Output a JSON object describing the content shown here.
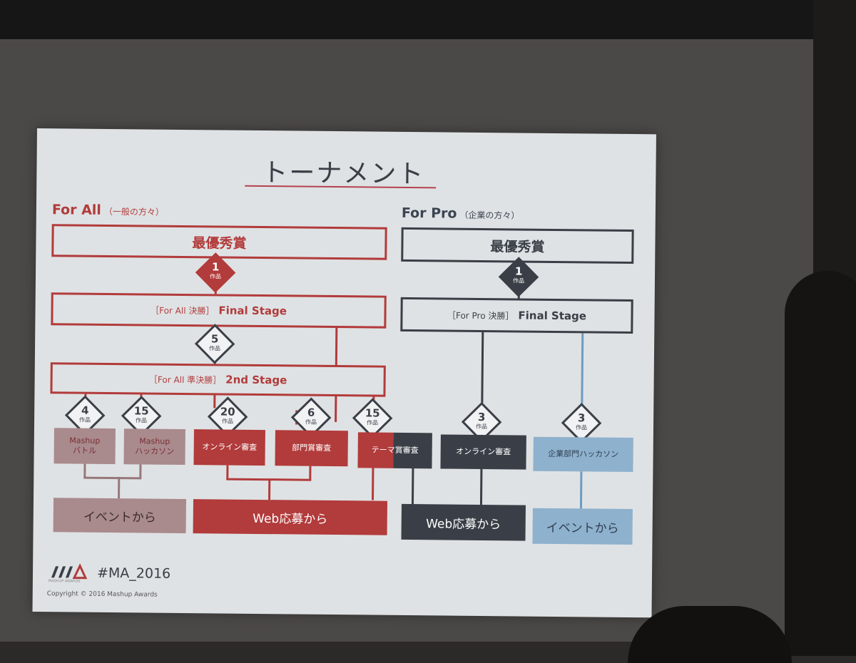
{
  "slide": {
    "title": "トーナメント",
    "hashtag": "#MA_2016",
    "copyright": "Copyright © 2016 Mashup Awards",
    "logo_text": "MASHUP AWARDS"
  },
  "for_all": {
    "heading": "For All",
    "heading_sub": "（一般の方々）",
    "award": "最優秀賞",
    "final_count": "1",
    "semi_count": "5",
    "unit": "作品",
    "final_bracket": "［For All 決勝］",
    "final_stage": "Final Stage",
    "semi_bracket": "［For All 準決勝］",
    "semi_stage": "2nd Stage",
    "categories": [
      {
        "count": "4",
        "label_1": "Mashup",
        "label_2": "バトル"
      },
      {
        "count": "15",
        "label_1": "Mashup",
        "label_2": "ハッカソン"
      },
      {
        "count": "20",
        "label_1": "オンライン審査"
      },
      {
        "count": "6",
        "label_1": "部門賞審査"
      },
      {
        "count": "15",
        "label_1": "テーマ賞審査"
      }
    ],
    "sources": [
      "イベントから",
      "Web応募から"
    ]
  },
  "for_pro": {
    "heading": "For Pro",
    "heading_sub": "（企業の方々）",
    "award": "最優秀賞",
    "final_count": "1",
    "unit": "作品",
    "final_bracket": "［For Pro 決勝］",
    "final_stage": "Final Stage",
    "categories": [
      {
        "count": "3",
        "label_1": "オンライン審査"
      },
      {
        "count": "3",
        "label_1": "企業部門ハッカソン"
      }
    ],
    "sources": [
      "Web応募から",
      "イベントから"
    ]
  },
  "colors": {
    "for_all": "#b23b3b",
    "for_pro": "#3a3f47",
    "event_source": "#a98a8d",
    "pro_event": "#8eb1cd"
  }
}
